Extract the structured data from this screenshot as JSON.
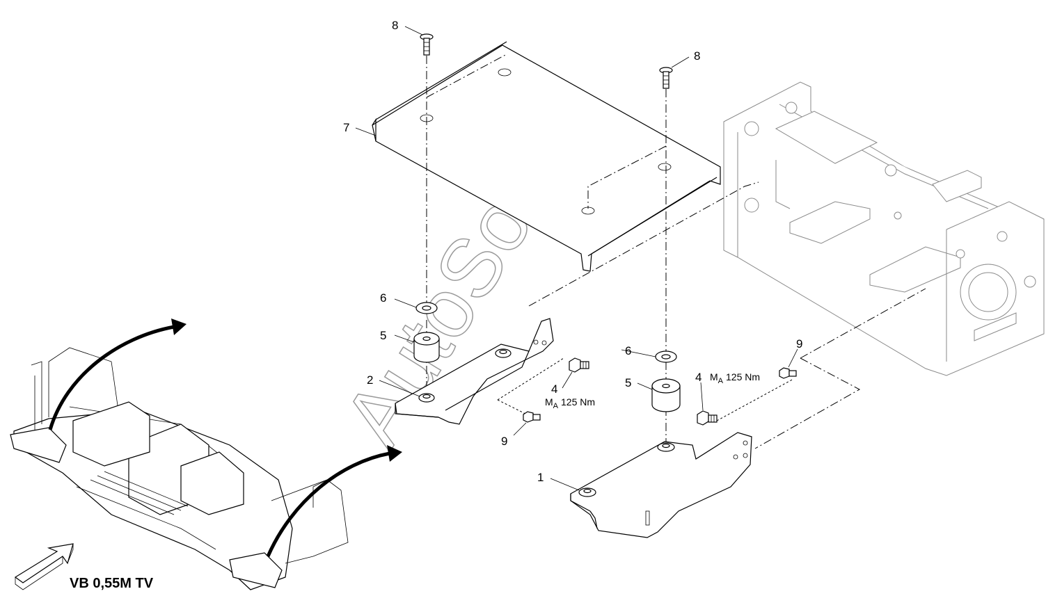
{
  "callouts": {
    "c1": "1",
    "c2": "2",
    "c4a": "4",
    "c4b": "4",
    "c5a": "5",
    "c5b": "5",
    "c6a": "6",
    "c6b": "6",
    "c7": "7",
    "c8a": "8",
    "c8b": "8",
    "c9a": "9",
    "c9b": "9"
  },
  "torque": {
    "symbol": "M",
    "subscript": "A",
    "value_a": "125 Nm",
    "value_b": "125 Nm"
  },
  "caption": "VB 0,55M TV",
  "watermark": "AutoSoft"
}
